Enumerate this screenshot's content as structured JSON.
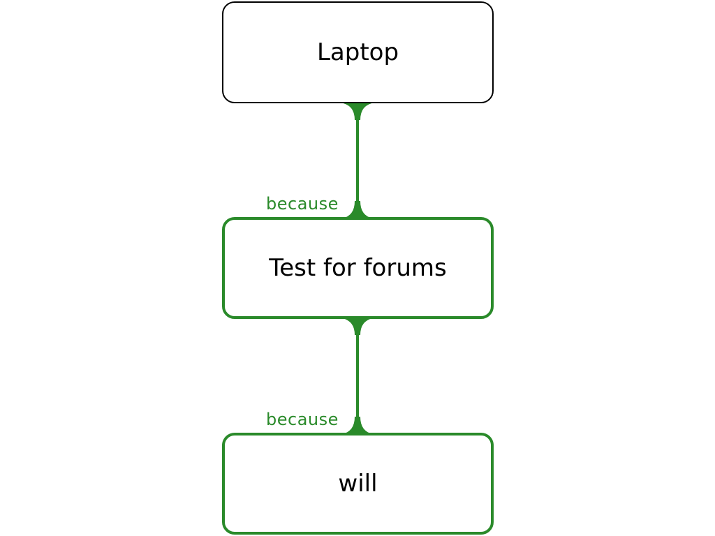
{
  "diagram": {
    "nodes": [
      {
        "id": "laptop",
        "label": "Laptop"
      },
      {
        "id": "test-for-forums",
        "label": "Test for forums"
      },
      {
        "id": "will",
        "label": "will"
      }
    ],
    "edges": [
      {
        "from": "test-for-forums",
        "to": "laptop",
        "label": "because"
      },
      {
        "from": "will",
        "to": "test-for-forums",
        "label": "because"
      }
    ]
  },
  "colors": {
    "connector": "#2a8a2a",
    "root_border": "#000000",
    "child_border": "#2a8a2a",
    "text": "#000000"
  }
}
